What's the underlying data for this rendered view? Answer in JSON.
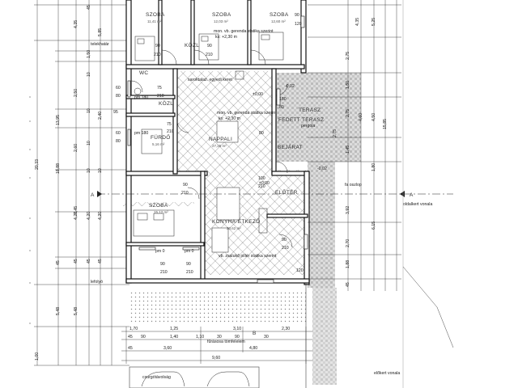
{
  "rooms": {
    "szoba_1": "SZOBA",
    "szoba_1_area": "11,41 m²",
    "szoba_2": "SZOBA",
    "szoba_2_area": "12,03 m²",
    "szoba_3": "SZOBA",
    "szoba_3_area": "12,60 m²",
    "kozl": "KÖZL",
    "wc": "WC",
    "furdo": "FÜRDŐ",
    "furdo_area": "5,16 m²",
    "nappali": "NAPPALI",
    "nappali_area": "27,25 m²",
    "szoba_4": "SZOBA",
    "szoba_4_area": "15,12 m²",
    "konyha": "KONYHA-ÉTKEZŐ",
    "konyha_area": "20,62 m²",
    "eloter": "ELŐTÉR",
    "bejarat": "BEJÁRAT",
    "terasz": "TERASZ",
    "fedett_terasz": "FEDETT TERASZ"
  },
  "notes": {
    "geranda_1": "mon. vb. gerenda statika szerint",
    "geranda_1b": "ks: +2,30 m",
    "geranda_2": "mon. vb. gerenda statika szerint",
    "geranda_2b": "ks: +2,30 m",
    "falazat": "saroktalaz. egyedi keret",
    "pillar": "vb. zsalukő pillér statika szerint",
    "pergola": "pergola",
    "telekhatar": "telekhatár",
    "lefolyo": "lefolyó",
    "oldalkert": "oldalkert vonala",
    "elokert": "előkert vonala",
    "viragos": "fűrásosa tömfelelem",
    "csurgo": "csurgótávolság",
    "oszlop": "fa oszlop",
    "section_a_left": "A",
    "section_a_right": "A",
    "section_b": "B"
  },
  "levels": {
    "l1": "±0,00",
    "l2": "-0,02",
    "l3": "-0,02",
    "l4": "±0,00"
  },
  "left_dims_outer": [
    "20,33",
    "13,95",
    "18,88",
    "7,45",
    "5,48",
    "5,48",
    "1,00"
  ],
  "left_dims_inner": [
    "4,35",
    "5,85",
    "1,50",
    "2,50",
    "2,40",
    "2,60",
    "4,20",
    "4,20",
    "4,20"
  ],
  "left_dims_small": [
    "45",
    "10",
    "10",
    "10",
    "10",
    "10",
    "45",
    "45",
    "45",
    "45",
    "30",
    "45",
    "45"
  ],
  "door_tags": [
    "90",
    "210",
    "90",
    "210",
    "60",
    "80",
    "75",
    "210",
    "75",
    "210",
    "60",
    "80",
    "95",
    "90",
    "210",
    "100",
    "210",
    "90",
    "210",
    "90",
    "210",
    "90",
    "210",
    "90",
    "120",
    "80",
    "180",
    "80",
    "120"
  ],
  "right_dims_a": [
    "4,35",
    "2,75",
    "1,50",
    "4,60",
    "2,75",
    "1,45",
    "3,92",
    "2,70",
    "1,88",
    "45"
  ],
  "right_dims_b": [
    "5,25",
    "4,50",
    "6,15",
    "15,85",
    "2,75",
    "1,80"
  ],
  "bottom_dims_1": [
    "1,70",
    "1,25",
    "3,10",
    "2,30"
  ],
  "bottom_dims_2": [
    "45",
    "90",
    "1,40",
    "1,10",
    "30",
    "90",
    "30"
  ],
  "bottom_dims_3": [
    "3,60",
    "4,80",
    "45"
  ],
  "bottom_dims_4": [
    "9,60"
  ],
  "pm_labels": [
    "pm 0",
    "pm 0",
    "pm 180",
    "pm 180",
    "pm 80",
    "pm 120"
  ]
}
